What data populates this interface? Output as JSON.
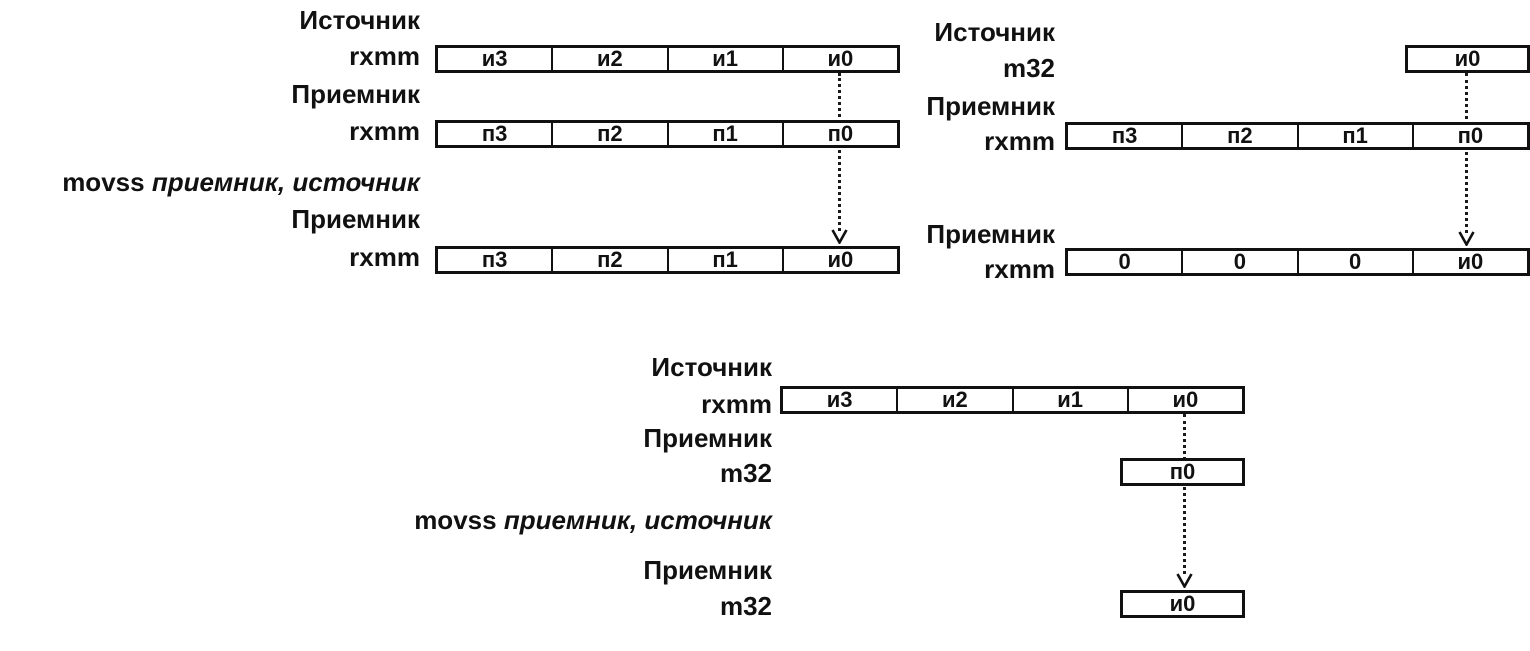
{
  "figure": {
    "description": "movss instruction data movement diagrams"
  },
  "diagrams": [
    {
      "name": "xmm-from-xmm",
      "source_label": "Источник",
      "source_location": "rxmm",
      "source_cells": [
        "и3",
        "и2",
        "и1",
        "и0"
      ],
      "dest_label": "Приемник",
      "dest_location": "rxmm",
      "dest_cells": [
        "п3",
        "п2",
        "п1",
        "п0"
      ],
      "instruction": {
        "mnemonic": "movss",
        "operands": "приемник, источник"
      },
      "result_label": "Приемник",
      "result_location": "rxmm",
      "result_cells": [
        "п3",
        "п2",
        "п1",
        "и0"
      ]
    },
    {
      "name": "xmm-from-m32",
      "source_label": "Источник",
      "source_location": "m32",
      "source_cells": [
        "и0"
      ],
      "dest_label": "Приемник",
      "dest_location": "rxmm",
      "dest_cells": [
        "п3",
        "п2",
        "п1",
        "п0"
      ],
      "result_label": "Приемник",
      "result_location": "rxmm",
      "result_cells": [
        "0",
        "0",
        "0",
        "и0"
      ]
    },
    {
      "name": "m32-from-xmm",
      "source_label": "Источник",
      "source_location": "rxmm",
      "source_cells": [
        "и3",
        "и2",
        "и1",
        "и0"
      ],
      "dest_label": "Приемник",
      "dest_location": "m32",
      "dest_cells": [
        "п0"
      ],
      "instruction": {
        "mnemonic": "movss",
        "operands": "приемник, источник"
      },
      "result_label": "Приемник",
      "result_location": "m32",
      "result_cells": [
        "и0"
      ]
    }
  ]
}
